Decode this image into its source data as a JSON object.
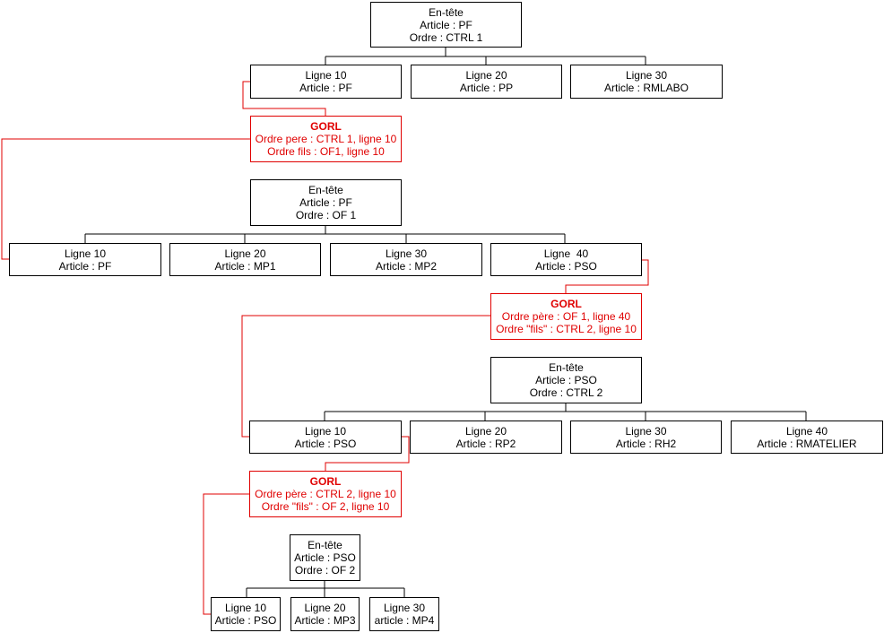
{
  "diagram": {
    "colors": {
      "line": "#000000",
      "link": "#e00000"
    },
    "order_ctrl1": {
      "header": [
        "En-tête",
        "Article : PF",
        "Ordre : CTRL 1"
      ],
      "lines": [
        [
          "Ligne 10",
          "Article : PF"
        ],
        [
          "Ligne 20",
          "Article : PP"
        ],
        [
          "Ligne 30",
          "Article : RMLABO"
        ]
      ]
    },
    "gorl1": [
      "GORL",
      "Ordre pere : CTRL 1, ligne 10",
      "Ordre fils : OF1, ligne 10"
    ],
    "order_of1": {
      "header": [
        "En-tête",
        "Article : PF",
        "Ordre : OF 1"
      ],
      "lines": [
        [
          "Ligne 10",
          "Article : PF"
        ],
        [
          "Ligne 20",
          "Article : MP1"
        ],
        [
          "Ligne 30",
          "Article : MP2"
        ],
        [
          "Ligne  40",
          "Article : PSO"
        ]
      ]
    },
    "gorl2": [
      "GORL",
      "Ordre père : OF 1, ligne 40",
      "Ordre \"fils\" : CTRL 2, ligne 10"
    ],
    "order_ctrl2": {
      "header": [
        "En-tête",
        "Article : PSO",
        "Ordre : CTRL 2"
      ],
      "lines": [
        [
          "Ligne 10",
          "Article : PSO"
        ],
        [
          "Ligne 20",
          "Article : RP2"
        ],
        [
          "Ligne 30",
          "Article : RH2"
        ],
        [
          "Ligne 40",
          "Article : RMATELIER"
        ]
      ]
    },
    "gorl3": [
      "GORL",
      "Ordre père : CTRL 2, ligne 10",
      "Ordre \"fils\" : OF 2, ligne 10"
    ],
    "order_of2": {
      "header": [
        "En-tête",
        "Article : PSO",
        "Ordre : OF 2"
      ],
      "lines": [
        [
          "Ligne 10",
          "Article : PSO"
        ],
        [
          "Ligne 20",
          "Article : MP3"
        ],
        [
          "Ligne 30",
          "article : MP4"
        ]
      ]
    }
  }
}
